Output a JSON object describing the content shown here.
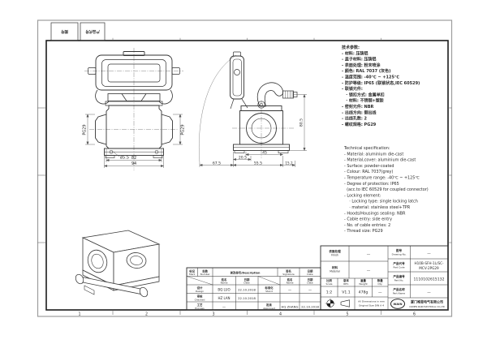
{
  "frame": {
    "grid_numbers": [
      "1",
      "2",
      "3",
      "4",
      "5",
      "6"
    ]
  },
  "corner_block": {
    "box1": "图号",
    "box2": "产品代号"
  },
  "views": {
    "front": {
      "dim_pg29_left": "PG29",
      "dim_pg29_right": "PG29",
      "dim_hole": "ø5.5",
      "dim_82": "82",
      "dim_94": "94"
    },
    "side": {
      "dim_80_5": "80.5",
      "dim_20_5": "20.5",
      "dim_45": "45",
      "dim_67_5": "67.5",
      "dim_55_5": "55.5",
      "dim_15_2": "15.2"
    }
  },
  "specs_cn": {
    "title": "技术参数:",
    "lines": [
      "- 材料: 压铸铝",
      "- 盖子材料: 压铸铝",
      "- 表面处理: 粉末喷涂",
      "- 颜色: RAL 7037 (灰色)",
      "- 温度范围: -40℃ ~ +125℃",
      "- 防护等级: IP65 (联锁状态,IEC 60529)",
      "- 联锁元件:",
      "   · 锁扣方式: 金属单扣",
      "   · 材料: 不锈钢+塑胶",
      "- 密封元件: NBR",
      "- 出线方向: 侧出线",
      "- 出线孔数: 2",
      "- 螺纹规格: PG29"
    ]
  },
  "specs_en": {
    "title": "Technical specification:",
    "lines": [
      "- Material: aluminium die-cast",
      "- Material,cover: aluminium die-cast",
      "- Surface: powder-coated",
      "- Colour: RAL 7037(grey)",
      "- Temperature range: -40℃ ~ +125℃",
      "- Degree of protection: IP65",
      "  (acc.to IEC 60529 for coupled connector)",
      "- Locking element:",
      "    · Locking type: single locking latch",
      "    · material: stainless steel+TPR",
      "- Hoods/Housings sealing: NBR",
      "- Cable entry: side entry",
      "- No. of cable entries: 2",
      "- Thread size: PG29"
    ]
  },
  "revision_table": {
    "headers": {
      "mark_cn": "标记",
      "mark_en": "Mark",
      "number_cn": "处数",
      "number_en": "Number",
      "desc": "更改单号/Description",
      "signature_cn": "签名",
      "signature_en": "Signature",
      "date_cn": "日期",
      "date_en": "Date",
      "name1_cn": "姓名",
      "name1_en": "Name",
      "date1_cn": "日期",
      "date1_en": "Date",
      "name2_cn": "姓名",
      "name2_en": "Name",
      "date2_cn": "日期",
      "date2_en": "Date"
    },
    "rows": [
      {
        "label_cn": "设计",
        "label_en": "Design",
        "name": "BQ LUO",
        "date": "22.10.2018",
        "label2_cn": "标准化",
        "label2_en": "Stand",
        "name2": "—",
        "date2": "—"
      },
      {
        "label_cn": "审核",
        "label_en": "Checked",
        "name": "HZ LAN",
        "date": "22.10.2018",
        "label2_cn": "",
        "label2_en": "",
        "name2": "",
        "date2": ""
      },
      {
        "label_cn": "工艺",
        "label_en": "Process",
        "name": "—",
        "date": "",
        "label2_cn": "批准",
        "label2_en": "Approved",
        "name2": "HQ ZHANG",
        "date2": "22.10.2018"
      }
    ]
  },
  "title_block": {
    "finish_cn": "表面处理",
    "finish_en": "Finish",
    "finish_value": "—",
    "material_cn": "材料",
    "material_en": "Material",
    "material_value": "—",
    "scale_cn": "比例",
    "scale_en": "Scale",
    "scale_value": "1:2",
    "rev_cn": "版本",
    "rev_en": "REV.",
    "rev_value": "V1.1",
    "weight_cn": "重量",
    "weight_en": "Weight",
    "weight_value": "478g",
    "qty_cn": "数量",
    "qty_en": "Qty.",
    "qty_value": "—",
    "drawing_no_cn": "图号",
    "drawing_no_en": "Drawing No.",
    "drawing_no_value": "—",
    "part_code_cn": "产品代号",
    "part_code_en": "Part Code",
    "part_code_line1": "H10B-SFH-1L/SC-",
    "part_code_line2": "MCV-2PG29",
    "part_no_cn": "产品编号",
    "part_no_en": "Part No.",
    "part_no_value": "1110102615132",
    "part_name_cn": "产品名称",
    "part_name_en": "Part Name",
    "part_name_value": "—",
    "note_line1": "All Dimensions in mm",
    "note_line2": "Original Size DIN A 4"
  },
  "company": {
    "logo": "WAIN",
    "name_cn": "厦门唯恩电气有限公司",
    "name_en": "XIAMEN WAIN ELECTRICAL CO.,LTD"
  }
}
